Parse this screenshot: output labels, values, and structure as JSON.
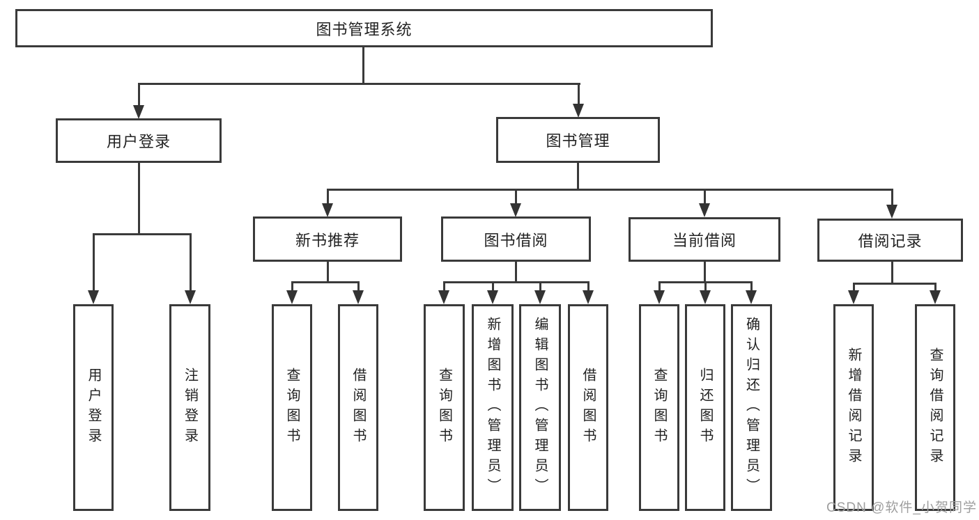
{
  "diagram": {
    "type": "hierarchy-diagram",
    "title": "图书管理系统",
    "watermark": "CSDN @软件_小贺同学",
    "colors": {
      "line": "#3a3a3a",
      "box_border": "#3a3a3a",
      "box_fill": "#ffffff",
      "text": "#222222",
      "watermark": "#9e9e9e",
      "background": "#ffffff"
    },
    "nodes": {
      "root": {
        "label": "图书管理系统"
      },
      "user_login": {
        "label": "用户登录"
      },
      "book_management": {
        "label": "图书管理"
      },
      "new_book_recommend": {
        "label": "新书推荐"
      },
      "book_borrow": {
        "label": "图书借阅"
      },
      "current_borrow": {
        "label": "当前借阅"
      },
      "borrow_record": {
        "label": "借阅记录"
      },
      "leaf_user_login": {
        "label": "用户登录"
      },
      "leaf_logout": {
        "label": "注销登录"
      },
      "leaf_query_book_rec": {
        "label": "查询图书"
      },
      "leaf_borrow_book_rec": {
        "label": "借阅图书"
      },
      "leaf_query_book_bor": {
        "label": "查询图书"
      },
      "leaf_add_book_admin": {
        "label": "新增图书（管理员）"
      },
      "leaf_edit_book_admin": {
        "label": "编辑图书（管理员）"
      },
      "leaf_borrow_book_bor": {
        "label": "借阅图书"
      },
      "leaf_query_book_cur": {
        "label": "查询图书"
      },
      "leaf_return_book": {
        "label": "归还图书"
      },
      "leaf_confirm_return_admin": {
        "label": "确认归还（管理员）"
      },
      "leaf_add_borrow_record": {
        "label": "新增借阅记录"
      },
      "leaf_query_borrow_record": {
        "label": "查询借阅记录"
      }
    },
    "hierarchy": {
      "图书管理系统": {
        "用户登录": [
          "用户登录",
          "注销登录"
        ],
        "图书管理": {
          "新书推荐": [
            "查询图书",
            "借阅图书"
          ],
          "图书借阅": [
            "查询图书",
            "新增图书（管理员）",
            "编辑图书（管理员）",
            "借阅图书"
          ],
          "当前借阅": [
            "查询图书",
            "归还图书",
            "确认归还（管理员）"
          ],
          "借阅记录": [
            "新增借阅记录",
            "查询借阅记录"
          ]
        }
      }
    }
  }
}
